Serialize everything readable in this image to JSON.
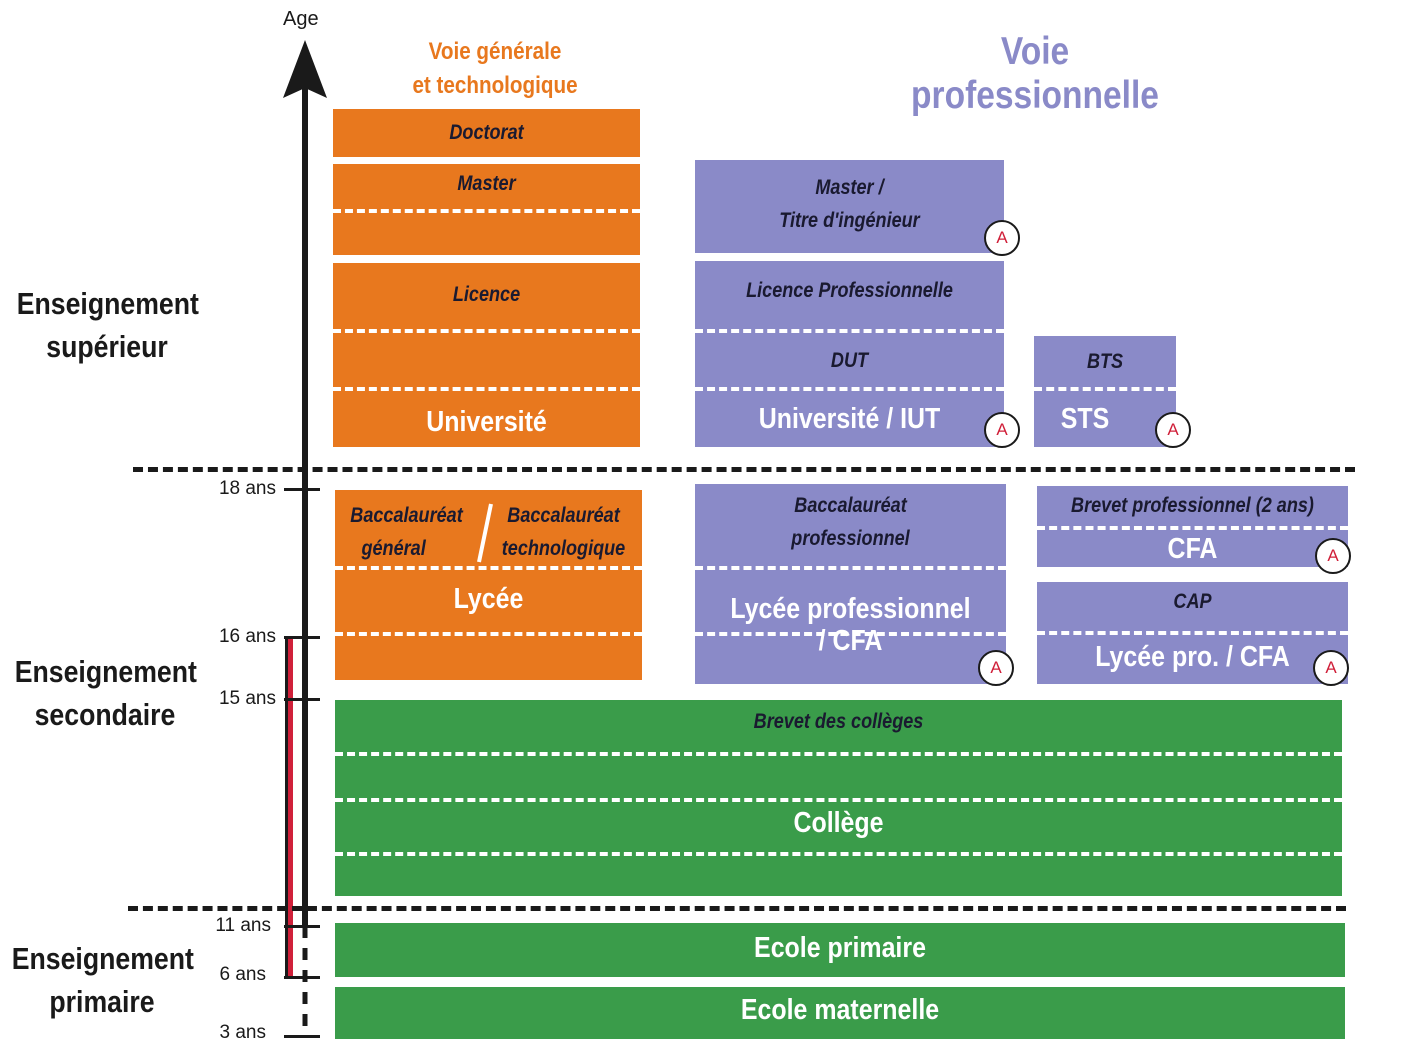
{
  "axis": {
    "label": "Age",
    "ticks": [
      "18 ans",
      "16 ans",
      "15 ans",
      "11 ans",
      "6 ans",
      "3 ans"
    ]
  },
  "columns": {
    "general": [
      "Voie générale",
      "et technologique"
    ],
    "professionnelle": "Voie professionnelle"
  },
  "levels": {
    "superieur": [
      "Enseignement",
      "supérieur"
    ],
    "secondaire": [
      "Enseignement",
      "secondaire"
    ],
    "primaire": [
      "Enseignement",
      "primaire"
    ]
  },
  "general_track": {
    "doctorat": "Doctorat",
    "master": "Master",
    "licence": "Licence",
    "universite": "Université",
    "bac_general": [
      "Baccalauréat",
      "général"
    ],
    "bac_techno": [
      "Baccalauréat",
      "technologique"
    ],
    "lycee": "Lycée"
  },
  "pro_track": {
    "master": [
      "Master /",
      "Titre d'ingénieur"
    ],
    "licence_pro": "Licence Professionnelle",
    "dut": "DUT",
    "univ_iut": "Université / IUT",
    "bts": "BTS",
    "sts": "STS",
    "bac_pro": [
      "Baccalauréat",
      "professionnel"
    ],
    "lycee_pro": [
      "Lycée professionnel",
      "/ CFA"
    ],
    "brevet_pro": "Brevet professionnel (2 ans)",
    "cfa": "CFA",
    "cap": "CAP",
    "lycee_pro_cfa": "Lycée pro. / CFA"
  },
  "common": {
    "brevet": "Brevet des collèges",
    "college": "Collège",
    "primaire": "Ecole primaire",
    "maternelle": "Ecole maternelle"
  },
  "badge": "A",
  "colors": {
    "general": "#e8781e",
    "professionnelle": "#8a8ac8",
    "commun": "#3a9c4a",
    "obligation": "#d0203a"
  }
}
